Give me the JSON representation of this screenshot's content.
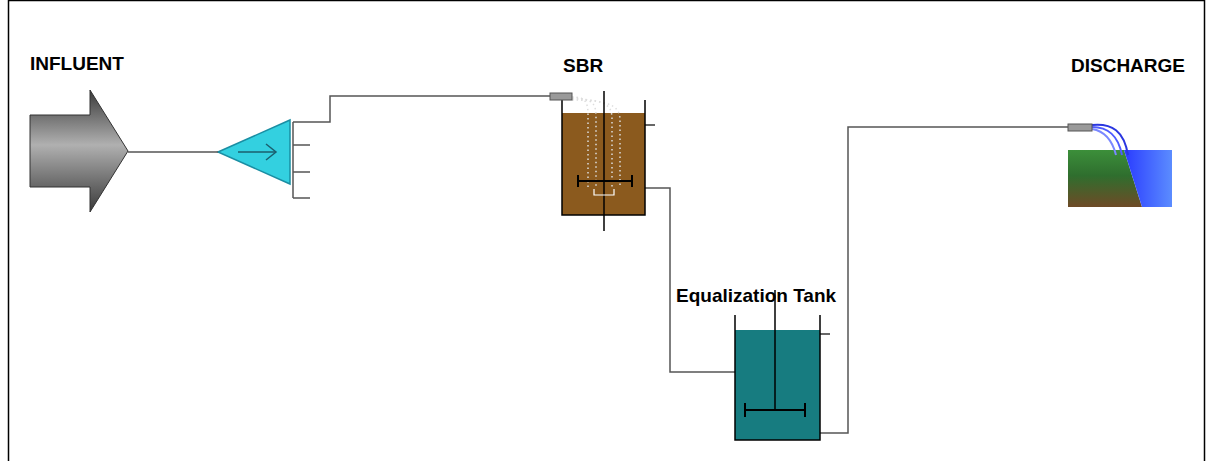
{
  "diagram": {
    "nodes": [
      {
        "text": [
          "INFLUENT"
        ]
      },
      {
        "text": [
          "SBR"
        ]
      },
      {
        "text": [
          "Equalization Tank"
        ]
      },
      {
        "text": [
          "DISCHARGE"
        ]
      }
    ],
    "edges": [
      {
        "from": 0,
        "to": 1,
        "arrow": "none"
      },
      {
        "from": 1,
        "to": 2,
        "arrow": "none"
      },
      {
        "from": 2,
        "to": 3,
        "arrow": "none"
      }
    ]
  }
}
